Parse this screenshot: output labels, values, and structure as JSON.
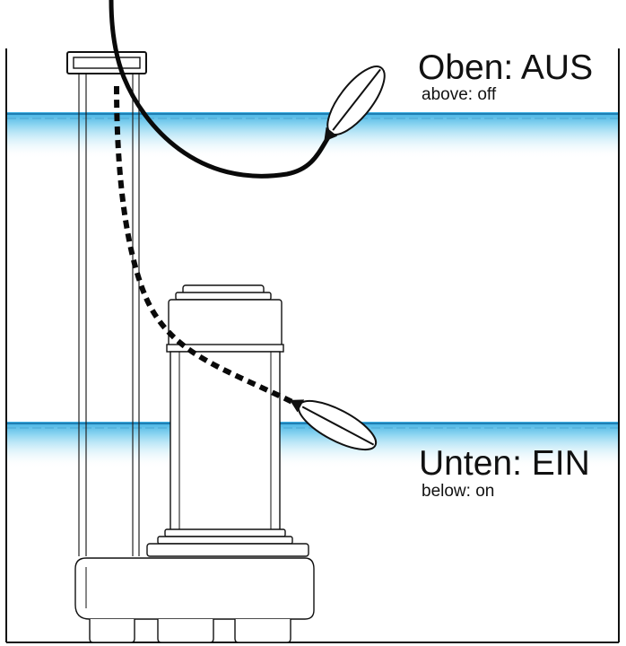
{
  "labels": {
    "top": {
      "main": "Oben: AUS",
      "sub": "above: off"
    },
    "bottom": {
      "main": "Unten: EIN",
      "sub": "below: on"
    }
  },
  "colors": {
    "water": "#7fd1ef",
    "water_light": "#e6f6fc",
    "water_line": "#2a8fc3",
    "stroke": "#111111",
    "cable": "#0a0a0a",
    "background": "#ffffff"
  },
  "icons": {
    "pump": "submersible-pump-icon",
    "upper_float": "float-switch-icon",
    "lower_float": "float-switch-icon"
  }
}
